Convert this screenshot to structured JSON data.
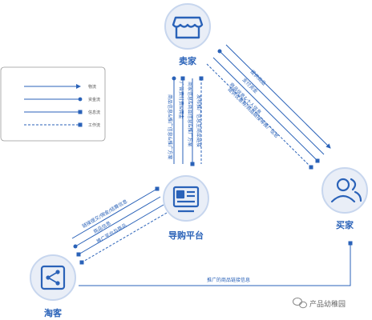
{
  "nodes": {
    "seller": {
      "label": "卖家"
    },
    "buyer": {
      "label": "买家"
    },
    "platform": {
      "label": "导购平台"
    },
    "taoke": {
      "label": "淘客"
    }
  },
  "legend": [
    {
      "style": "arrow",
      "label": "物流"
    },
    {
      "style": "circle",
      "label": "资金流"
    },
    {
      "style": "square",
      "label": "信息流"
    },
    {
      "style": "dashed",
      "label": "工作流"
    }
  ],
  "edges": {
    "seller_buyer": [
      "提供商品",
      "支付资金",
      "商品信息&个人信息",
      "提供优惠券/商品链接等推广信息"
    ],
    "seller_platform": [
      "广告费付费&佣金",
      "商家信息&商品信息&推广方案",
      "发布推广信息至商品链接"
    ],
    "platform_seller": [
      "商品信息&推广信息&推广方案"
    ],
    "platform_taoke": [
      "链接提交/佣金/结算信息",
      "商品信息",
      "推广平台与商品"
    ],
    "taoke_buyer": "推广的商品链接信息"
  },
  "watermark": "产品幼稚园",
  "colors": {
    "primary": "#2a62b8",
    "node_bg": "#e9eef7",
    "node_border": "#c7d6ee"
  }
}
